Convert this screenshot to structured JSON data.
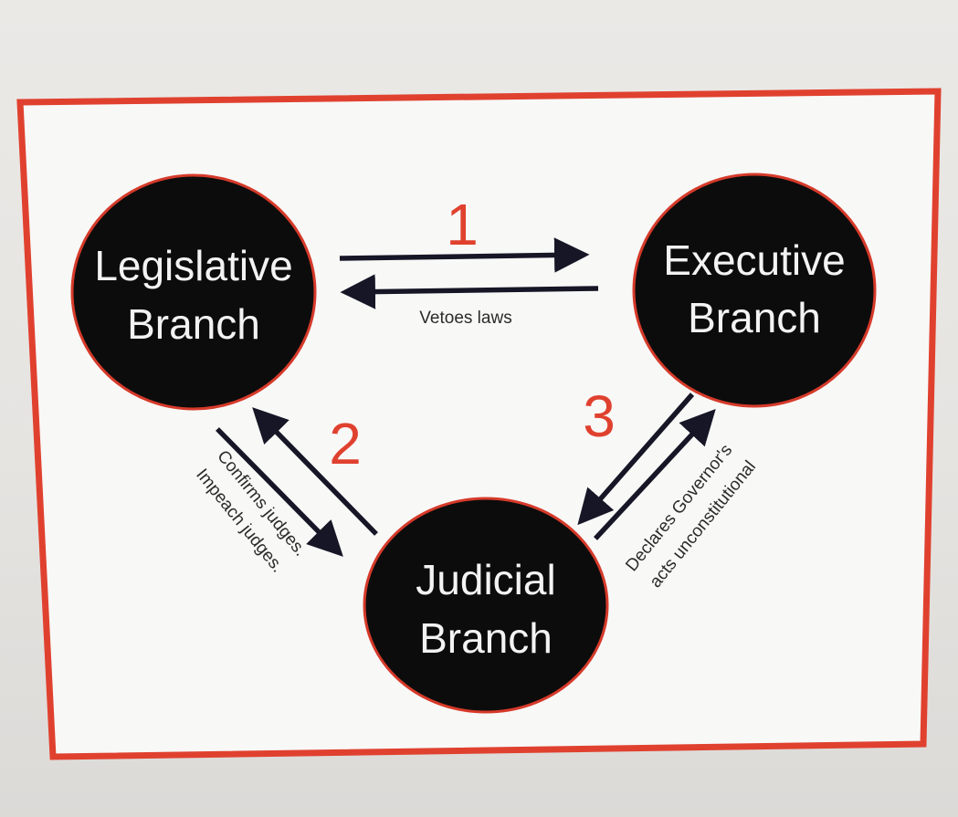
{
  "diagram": {
    "nodes": {
      "legislative": {
        "line1": "Legislative",
        "line2": "Branch"
      },
      "executive": {
        "line1": "Executive",
        "line2": "Branch"
      },
      "judicial": {
        "line1": "Judicial",
        "line2": "Branch"
      }
    },
    "numbers": {
      "one": "1",
      "two": "2",
      "three": "3"
    },
    "edge_labels": {
      "vetoes": "Vetoes laws",
      "confirms": "Confirms judges.",
      "impeach": "Impeach judges.",
      "declares": "Declares Governor's",
      "acts": "acts unconstitutional"
    },
    "colors": {
      "frame": "#e0412f",
      "node_fill": "#0c0c0c",
      "node_outline": "#d63a2a",
      "arrow": "#161626",
      "number": "#e0412f"
    }
  }
}
